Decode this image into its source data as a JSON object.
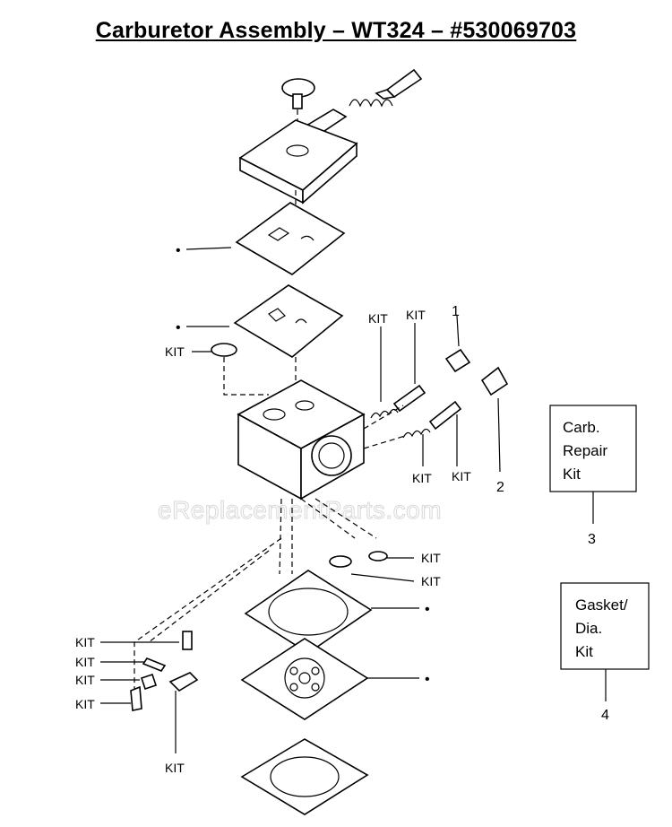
{
  "title": "Carburetor Assembly – WT324 – #530069703",
  "watermark": "eReplacementParts.com",
  "labels": {
    "kit": "KIT",
    "bullet": "•",
    "num_1": "1",
    "num_2": "2",
    "num_3": "3",
    "num_4": "4"
  },
  "legend_boxes": [
    {
      "lines": [
        "Carb.",
        "Repair",
        "Kit"
      ],
      "number": "3"
    },
    {
      "lines": [
        "Gasket/",
        "Dia.",
        "Kit"
      ],
      "number": "4"
    }
  ]
}
